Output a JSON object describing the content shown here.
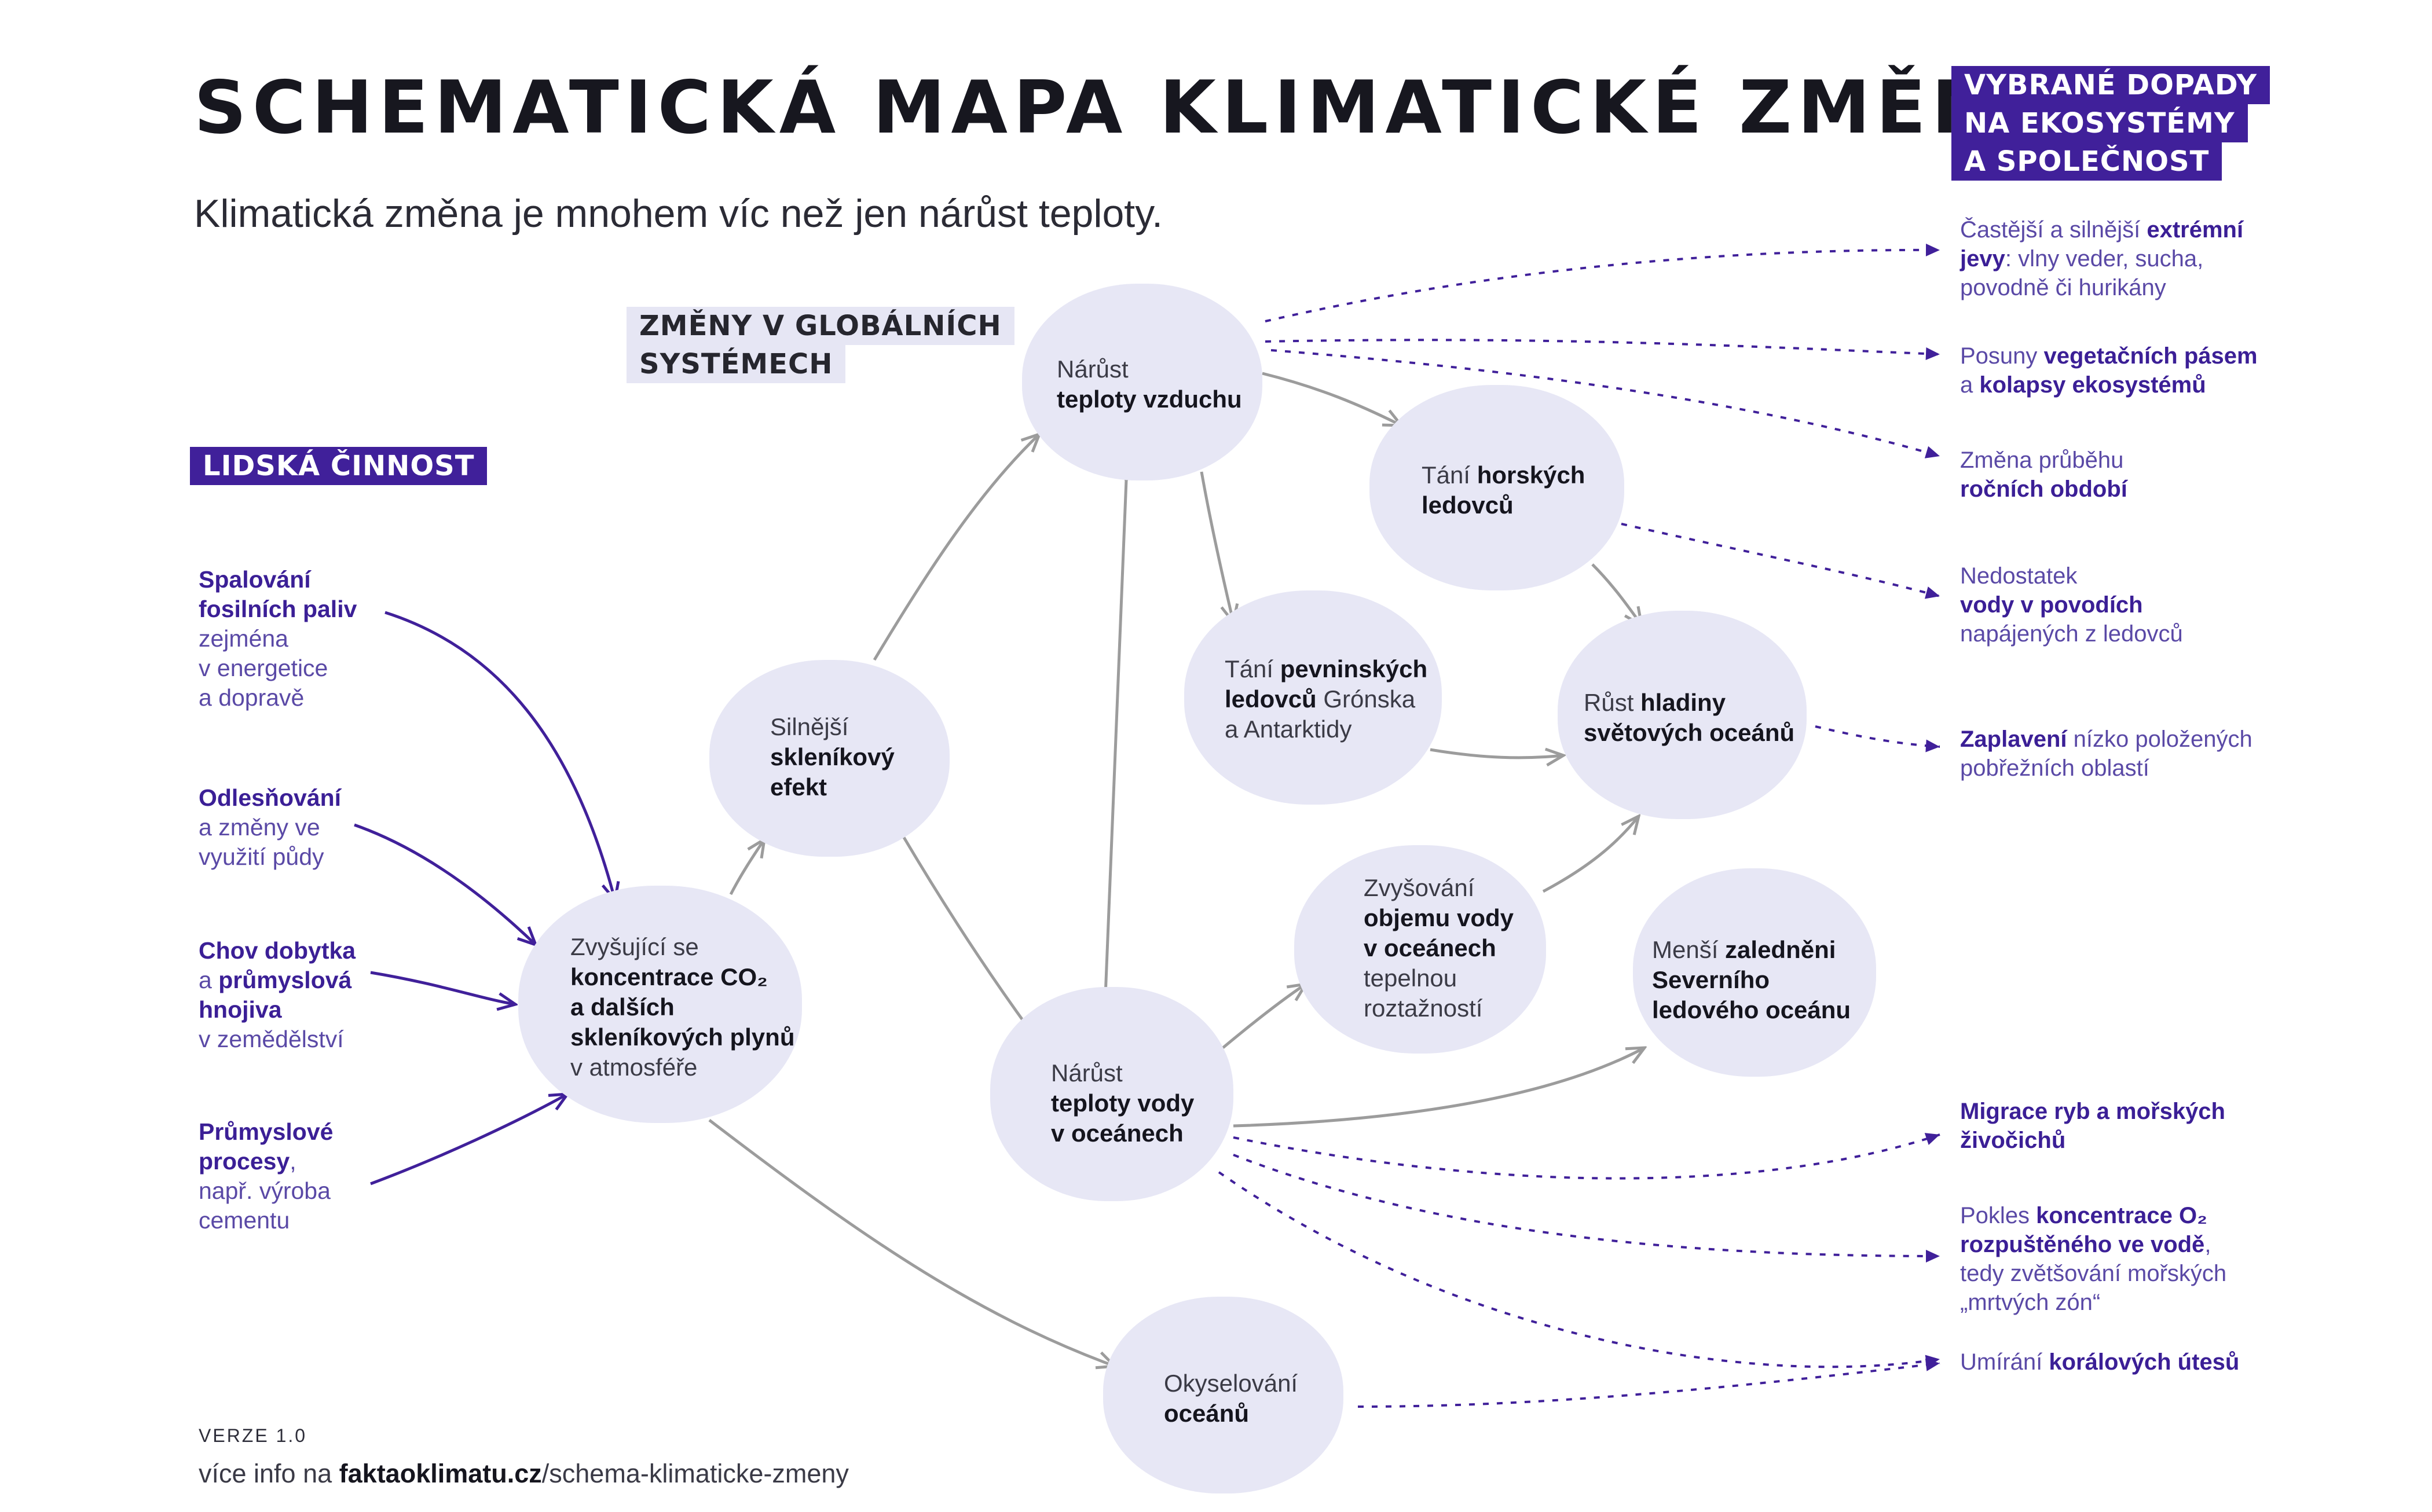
{
  "title": "SCHEMATICKÁ MAPA KLIMATICKÉ ZMĚNY",
  "subtitle": "Klimatická změna je mnohem víc než jen nárůst teploty.",
  "tags": {
    "impacts": [
      "VYBRANÉ DOPADY",
      "NA EKOSYSTÉMY",
      "A SPOLEČNOST"
    ],
    "global_systems": [
      "ZMĚNY V GLOBÁLNÍCH",
      "SYSTÉMECH"
    ],
    "human_activity": "LIDSKÁ ČINNOST"
  },
  "human_activities": [
    {
      "lines": [
        [
          {
            "t": "Spalování",
            "b": true
          }
        ],
        [
          {
            "t": "fosilních paliv",
            "b": true
          }
        ],
        [
          {
            "t": "zejména",
            "b": false
          }
        ],
        [
          {
            "t": "v energetice",
            "b": false
          }
        ],
        [
          {
            "t": "a dopravě",
            "b": false
          }
        ]
      ]
    },
    {
      "lines": [
        [
          {
            "t": "Odlesňování",
            "b": true
          }
        ],
        [
          {
            "t": "a změny ve",
            "b": false
          }
        ],
        [
          {
            "t": "využití půdy",
            "b": false
          }
        ]
      ]
    },
    {
      "lines": [
        [
          {
            "t": "Chov dobytka",
            "b": true
          }
        ],
        [
          {
            "t": "a ",
            "b": false
          },
          {
            "t": "průmyslová",
            "b": true
          }
        ],
        [
          {
            "t": "hnojiva",
            "b": true
          }
        ],
        [
          {
            "t": "v zemědělství",
            "b": false
          }
        ]
      ]
    },
    {
      "lines": [
        [
          {
            "t": "Průmyslové",
            "b": true
          }
        ],
        [
          {
            "t": "procesy",
            "b": true
          },
          {
            "t": ",",
            "b": false
          }
        ],
        [
          {
            "t": "např. výroba",
            "b": false
          }
        ],
        [
          {
            "t": "cementu",
            "b": false
          }
        ]
      ]
    }
  ],
  "nodes": {
    "co2": [
      [
        {
          "t": "Zvyšující se",
          "b": false
        }
      ],
      [
        {
          "t": "koncentrace CO₂",
          "b": true
        }
      ],
      [
        {
          "t": "a dalších",
          "b": true
        }
      ],
      [
        {
          "t": "skleníkových plynů",
          "b": true
        }
      ],
      [
        {
          "t": "v atmosféře",
          "b": false
        }
      ]
    ],
    "greenhouse": [
      [
        {
          "t": "Silnější",
          "b": false
        }
      ],
      [
        {
          "t": "skleníkový",
          "b": true
        }
      ],
      [
        {
          "t": "efekt",
          "b": true
        }
      ]
    ],
    "air_temp": [
      [
        {
          "t": "Nárůst",
          "b": false
        }
      ],
      [
        {
          "t": "teploty vzduchu",
          "b": true
        }
      ]
    ],
    "mountain_glaciers": [
      [
        {
          "t": "Tání ",
          "b": false
        },
        {
          "t": "horských",
          "b": true
        }
      ],
      [
        {
          "t": "ledovců",
          "b": true
        }
      ]
    ],
    "ice_sheets": [
      [
        {
          "t": "Tání ",
          "b": false
        },
        {
          "t": "pevninských",
          "b": true
        }
      ],
      [
        {
          "t": "ledovců",
          "b": true
        },
        {
          "t": " Grónska",
          "b": false
        }
      ],
      [
        {
          "t": "a Antarktidy",
          "b": false
        }
      ]
    ],
    "sea_level": [
      [
        {
          "t": "Růst ",
          "b": false
        },
        {
          "t": "hladiny",
          "b": true
        }
      ],
      [
        {
          "t": "světových oceánů",
          "b": true
        }
      ]
    ],
    "ocean_volume": [
      [
        {
          "t": "Zvyšování",
          "b": false
        }
      ],
      [
        {
          "t": "objemu vody",
          "b": true
        }
      ],
      [
        {
          "t": "v oceánech",
          "b": true
        }
      ],
      [
        {
          "t": "tepelnou",
          "b": false
        }
      ],
      [
        {
          "t": "roztažností",
          "b": false
        }
      ]
    ],
    "sea_ice": [
      [
        {
          "t": "Menší ",
          "b": false
        },
        {
          "t": "zaledněni",
          "b": true
        }
      ],
      [
        {
          "t": "Severního",
          "b": true
        }
      ],
      [
        {
          "t": "ledového oceánu",
          "b": true
        }
      ]
    ],
    "ocean_temp": [
      [
        {
          "t": "Nárůst",
          "b": false
        }
      ],
      [
        {
          "t": "teploty vody",
          "b": true
        }
      ],
      [
        {
          "t": "v oceánech",
          "b": true
        }
      ]
    ],
    "acidification": [
      [
        {
          "t": "Okyselování",
          "b": false
        }
      ],
      [
        {
          "t": "oceánů",
          "b": true
        }
      ]
    ]
  },
  "impacts": [
    {
      "lines": [
        [
          {
            "t": "Častější a silnější ",
            "b": false
          },
          {
            "t": "extrémní",
            "b": true
          }
        ],
        [
          {
            "t": "jevy",
            "b": true
          },
          {
            "t": ": vlny veder, sucha,",
            "b": false
          }
        ],
        [
          {
            "t": "povodně či hurikány",
            "b": false
          }
        ]
      ]
    },
    {
      "lines": [
        [
          {
            "t": "Posuny ",
            "b": false
          },
          {
            "t": "vegetačních pásem",
            "b": true
          }
        ],
        [
          {
            "t": "a ",
            "b": false
          },
          {
            "t": "kolapsy ekosystémů",
            "b": true
          }
        ]
      ]
    },
    {
      "lines": [
        [
          {
            "t": "Změna průběhu",
            "b": false
          }
        ],
        [
          {
            "t": "ročních období",
            "b": true
          }
        ]
      ]
    },
    {
      "lines": [
        [
          {
            "t": "Nedostatek",
            "b": false
          }
        ],
        [
          {
            "t": "vody v povodích",
            "b": true
          }
        ],
        [
          {
            "t": "napájených z ledovců",
            "b": false
          }
        ]
      ]
    },
    {
      "lines": [
        [
          {
            "t": "Zaplavení",
            "b": true
          },
          {
            "t": " nízko položených",
            "b": false
          }
        ],
        [
          {
            "t": "pobřežních oblastí",
            "b": false
          }
        ]
      ]
    },
    {
      "lines": [
        [
          {
            "t": "Migrace ryb a mořských",
            "b": true
          }
        ],
        [
          {
            "t": "živočichů",
            "b": true
          }
        ]
      ]
    },
    {
      "lines": [
        [
          {
            "t": "Pokles ",
            "b": false
          },
          {
            "t": "koncentrace O₂",
            "b": true
          }
        ],
        [
          {
            "t": "rozpuštěného ve vodě",
            "b": true
          },
          {
            "t": ",",
            "b": false
          }
        ],
        [
          {
            "t": "tedy zvětšování mořských",
            "b": false
          }
        ],
        [
          {
            "t": "„mrtvých zón“",
            "b": false
          }
        ]
      ]
    },
    {
      "lines": [
        [
          {
            "t": "Umírání ",
            "b": false
          },
          {
            "t": "korálových útesů",
            "b": true
          }
        ]
      ]
    }
  ],
  "footer": {
    "version": "VERZE 1.0",
    "more_info_prefix": "více info na ",
    "more_info_domain": "faktaoklimatu.cz",
    "more_info_path": "/schema-klimaticke-zmeny"
  },
  "colors": {
    "accent": "#40209a",
    "bubble": "#e7e7f5",
    "gray_arrow": "#9c9c9c",
    "tag_light": "#e6e6f4"
  }
}
